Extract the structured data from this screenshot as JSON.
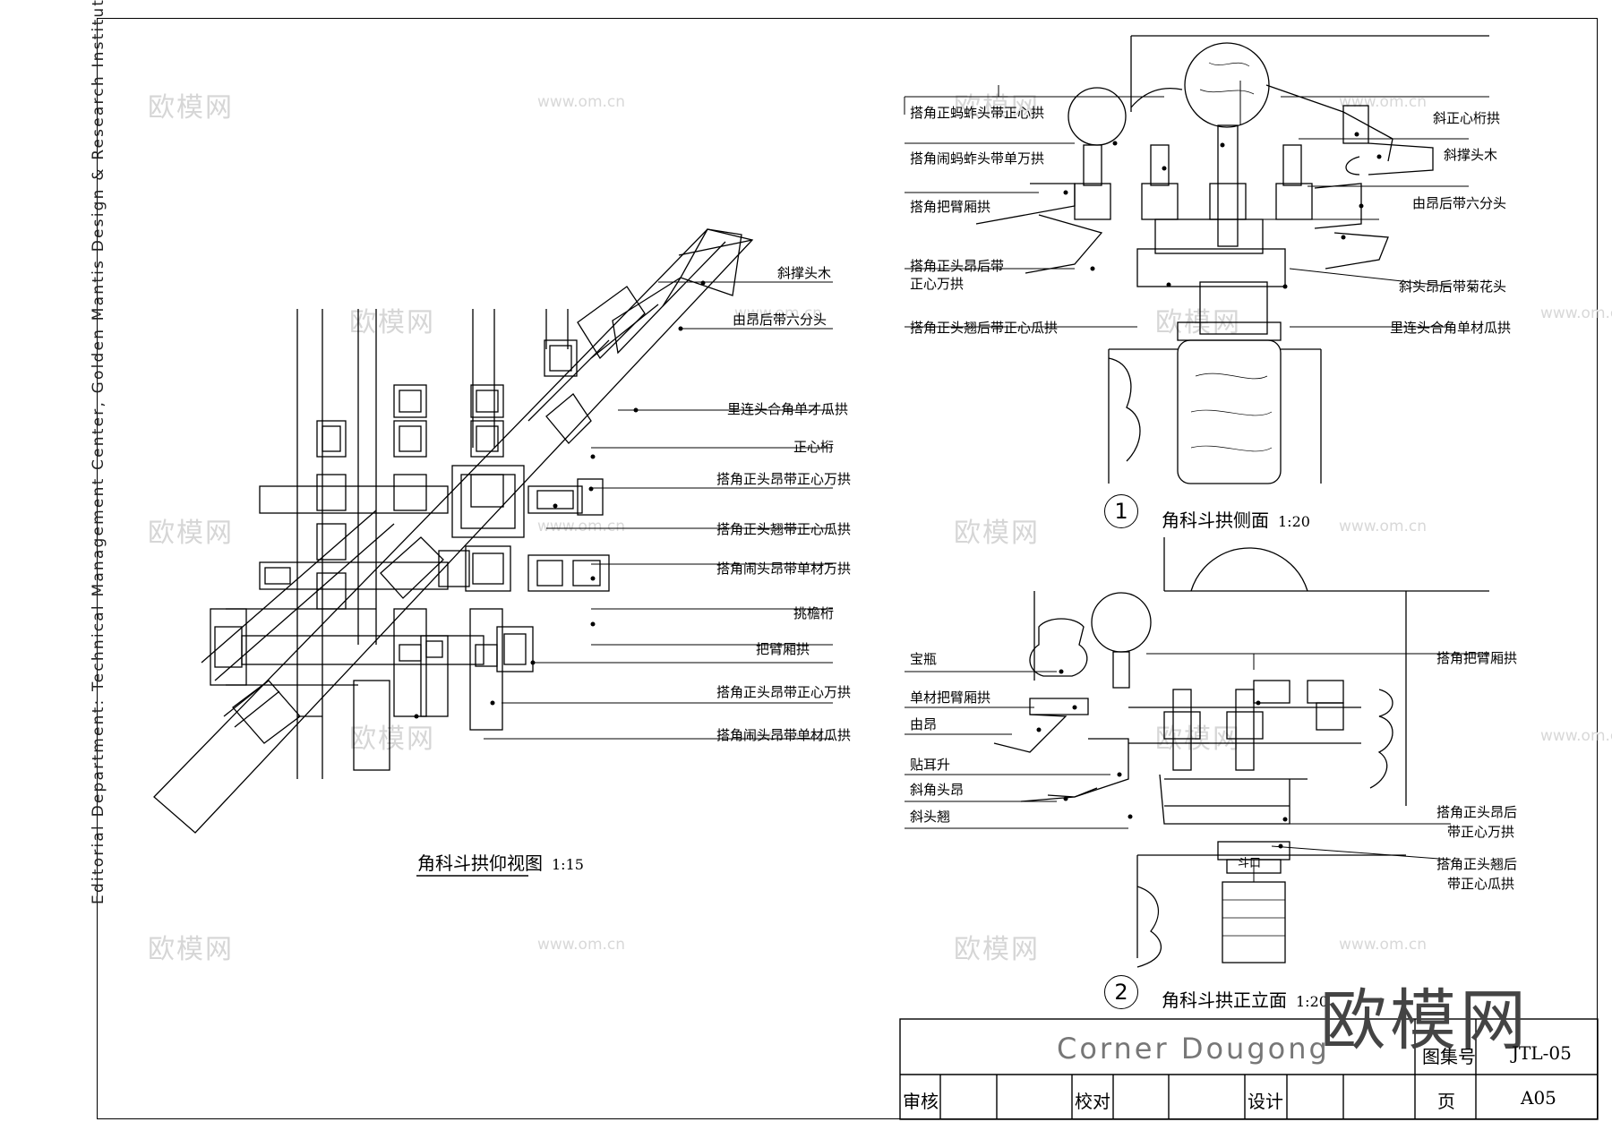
{
  "side_note": "Editorial Department: Technical Management Center, Golden Mantis Design & Research Institute",
  "plan_view": {
    "title": "角科斗拱仰视图",
    "scale": "1:15",
    "labels": [
      "斜撑头木",
      "由昂后带六分头",
      "里连头合角单才瓜拱",
      "正心桁",
      "搭角正头昂带正心万拱",
      "搭角正头翘带正心瓜拱",
      "搭角闹头昂带单材万拱",
      "挑檐桁",
      "把臂厢拱",
      "搭角正头昂带正心万拱",
      "搭角闹头昂带单材瓜拱"
    ]
  },
  "side_view": {
    "number": "1",
    "title": "角科斗拱侧面",
    "scale": "1:20",
    "labels_left": [
      "搭角正蚂蚱头带正心拱",
      "搭角闹蚂蚱头带单万拱",
      "搭角把臂厢拱",
      "搭角正头昂后带",
      "正心万拱",
      "搭角正头翘后带正心瓜拱"
    ],
    "labels_right": [
      "斜正心桁拱",
      "斜撑头木",
      "由昂后带六分头",
      "斜头昂后带菊花头",
      "里连头合角单材瓜拱"
    ]
  },
  "front_view": {
    "number": "2",
    "title": "角科斗拱正立面",
    "scale": "1:20",
    "labels_left": [
      "宝瓶",
      "单材把臂厢拱",
      "由昂",
      "贴耳升",
      "斜角头昂",
      "斜头翘"
    ],
    "labels_right": [
      "搭角把臂厢拱",
      "搭角正头昂后",
      "带正心万拱",
      "搭角正头翘后",
      "带正心瓜拱"
    ],
    "inner_label": "斗口"
  },
  "watermarks": {
    "logo": "欧模网",
    "url": "www.om.cn"
  },
  "title_block": {
    "drawing_title": "Corner Dougong",
    "atlas_label": "图集号",
    "atlas_value": "JTL-05",
    "review": "审核",
    "check": "校对",
    "design": "设计",
    "page_label": "页",
    "page_value": "A05"
  }
}
